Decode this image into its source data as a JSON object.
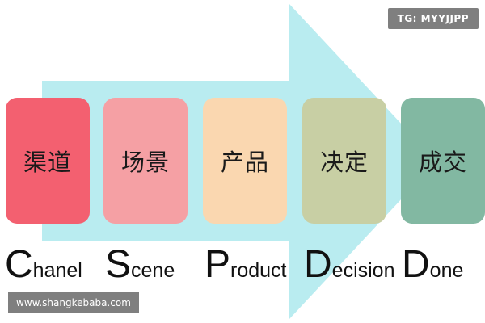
{
  "watermark": {
    "top_right": "TG: MYYJJPP",
    "bottom_left": "www.shangkebaba.com"
  },
  "colors": {
    "arrow": "#b9ecf0",
    "tag_bg": "#7f7f7f"
  },
  "stages": [
    {
      "label": "渠道",
      "initial": "C",
      "rest": "hanel",
      "color": "#f36070"
    },
    {
      "label": "场景",
      "initial": "S",
      "rest": "cene",
      "color": "#f5a0a4"
    },
    {
      "label": "产品",
      "initial": "P",
      "rest": "roduct",
      "color": "#fad7b0"
    },
    {
      "label": "决定",
      "initial": "D",
      "rest": "ecision",
      "color": "#c8cfa4"
    },
    {
      "label": "成交",
      "initial": "D",
      "rest": "one",
      "color": "#82b8a2"
    }
  ]
}
